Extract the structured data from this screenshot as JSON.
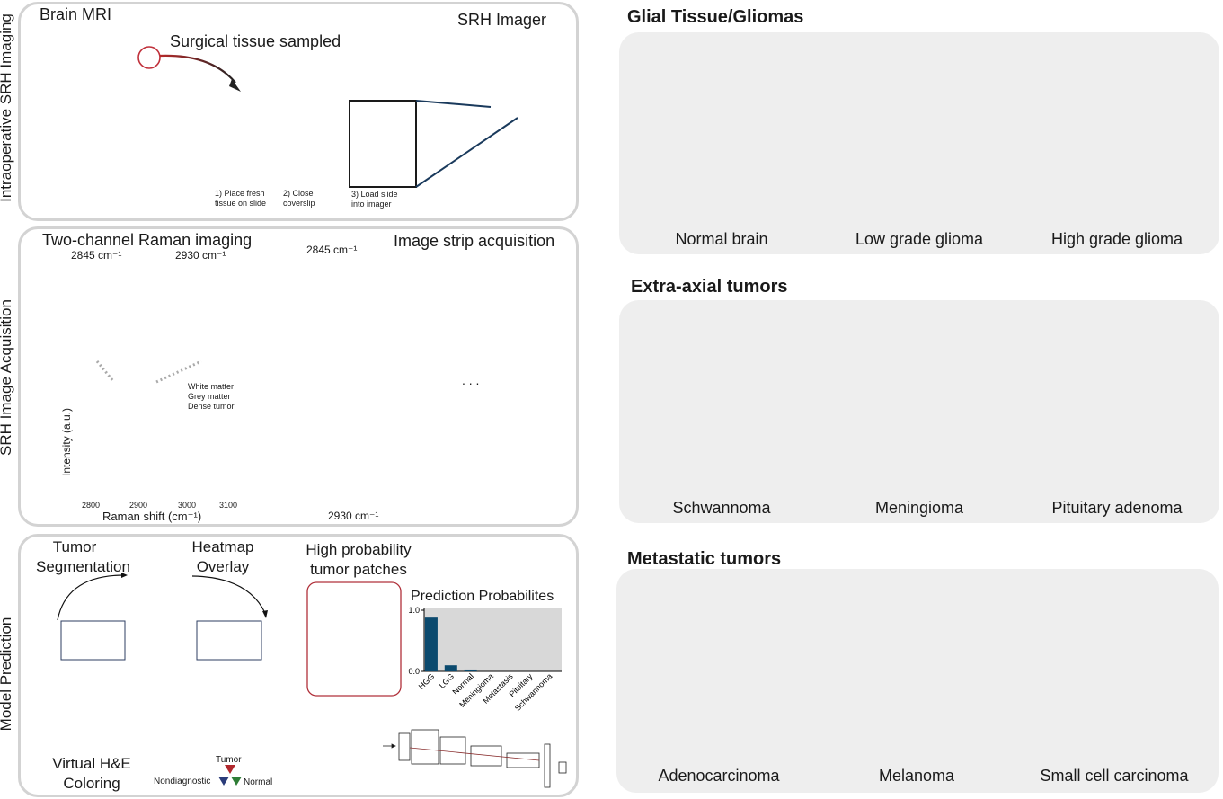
{
  "rows": {
    "imaging": "Intraoperative SRH Imaging",
    "acquisition": "SRH Image Acquisition",
    "prediction": "Model Prediction"
  },
  "imaging_panel": {
    "brain_mri": "Brain MRI",
    "srh_imager": "SRH Imager",
    "surgical_tissue": "Surgical tissue sampled",
    "step1": "1) Place fresh\ntissue on slide",
    "step2": "2) Close\ncoverslip",
    "step3": "3) Load slide\ninto imager"
  },
  "acquisition_panel": {
    "two_channel": "Two-channel Raman imaging",
    "strip_acquisition": "Image strip acquisition",
    "ch1": "2845 cm⁻¹",
    "ch2": "2930 cm⁻¹",
    "strip_top": "2845 cm⁻¹",
    "strip_bottom": "2930 cm⁻¹",
    "legend": [
      "White matter",
      "Grey matter",
      "Dense tumor"
    ],
    "ylabel": "Intensity (a.u.)",
    "xlabel": "Raman shift (cm⁻¹)",
    "xticks": [
      "2800",
      "2900",
      "3000",
      "3100"
    ],
    "ellipsis": ". . ."
  },
  "prediction_panel": {
    "tumor_seg": "Tumor\nSegmentation",
    "heatmap": "Heatmap\nOverlay",
    "high_prob": "High probability\ntumor patches",
    "virtual_he": "Virtual H&E\nColoring",
    "tumor": "Tumor",
    "nondiagnostic": "Nondiagnostic",
    "normal": "Normal"
  },
  "chart_data": {
    "type": "bar",
    "title": "Prediction Probabilites",
    "categories": [
      "HGG",
      "LGG",
      "Normal",
      "Meningioma",
      "Metastasis",
      "Pituitary",
      "Schwannoma"
    ],
    "values": [
      0.88,
      0.1,
      0.03,
      0.0,
      0.0,
      0.0,
      0.0
    ],
    "yticks": [
      "0.0",
      "1.0"
    ],
    "ylim": [
      0,
      1
    ],
    "bar_color": "#0b4a6e",
    "bg_color": "#d8d8d8"
  },
  "categories": [
    {
      "title": "Glial Tissue/Gliomas",
      "items": [
        "Normal brain",
        "Low grade glioma",
        "High grade glioma"
      ]
    },
    {
      "title": "Extra-axial tumors",
      "items": [
        "Schwannoma",
        "Meningioma",
        "Pituitary adenoma"
      ]
    },
    {
      "title": "Metastatic tumors",
      "items": [
        "Adenocarcinoma",
        "Melanoma",
        "Small cell carcinoma"
      ]
    }
  ]
}
